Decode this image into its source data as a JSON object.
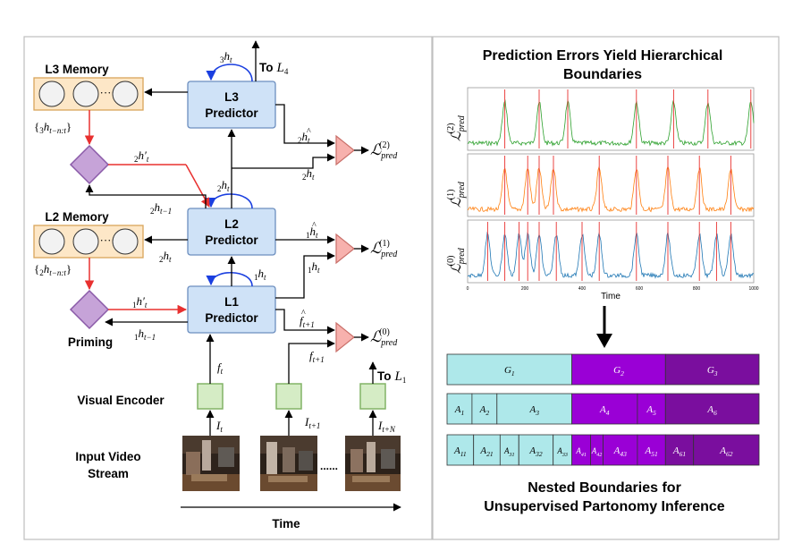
{
  "left_panel": {
    "memories": [
      {
        "title": "L3 Memory",
        "key": "l3"
      },
      {
        "title": "L2 Memory",
        "key": "l2"
      }
    ],
    "predictors": [
      {
        "line1": "L3",
        "line2": "Predictor"
      },
      {
        "line1": "L2",
        "line2": "Predictor"
      },
      {
        "line1": "L1",
        "line2": "Predictor"
      }
    ],
    "priming_label": "Priming",
    "visual_encoder_label": "Visual Encoder",
    "input_video_label_1": "Input Video",
    "input_video_label_2": "Stream",
    "time_label": "Time",
    "ellipsis": "......",
    "to_l4": "To",
    "to_l4_math": "L",
    "to_l4_sub": "4",
    "to_l1": "To",
    "to_l1_math": "L",
    "to_l1_sub": "1",
    "loss_symbol": "ℒ",
    "loss_sub": "pred",
    "loss_sups": [
      "(2)",
      "(1)",
      "(0)"
    ],
    "var_h": "h",
    "var_f": "f",
    "var_I": "I",
    "var_hprime": "h′",
    "sub_t": "t",
    "sub_t_minus_1": "t−1",
    "sub_t_plus_1": "t+1",
    "sub_t_plus_N": "t+N",
    "sub_t_range": "t−n:t",
    "pre_3": "3",
    "pre_2": "2",
    "pre_1": "1",
    "brace_open": "{",
    "brace_close": "}",
    "hat": "^",
    "cdots": "···"
  },
  "right_panel": {
    "title_line1": "Prediction Errors Yield Hierarchical",
    "title_line2": "Boundaries",
    "time_label": "Time",
    "x_ticks": [
      "0",
      "200",
      "400",
      "600",
      "800",
      "1000"
    ],
    "plot_labels": [
      "(2)",
      "(1)",
      "(0)"
    ],
    "bottom_title_line1": "Nested Boundaries for",
    "bottom_title_line2": "Unsupervised Partonomy Inference",
    "rows": [
      {
        "cells": [
          {
            "label": "G",
            "sub": "1",
            "color": "#aee8ea",
            "frac": 0.4
          },
          {
            "label": "G",
            "sub": "2",
            "color": "#9a00d6",
            "frac": 0.3
          },
          {
            "label": "G",
            "sub": "3",
            "color": "#7a0e9e",
            "frac": 0.3
          }
        ]
      },
      {
        "cells": [
          {
            "label": "A",
            "sub": "1",
            "color": "#aee8ea",
            "frac": 0.08
          },
          {
            "label": "A",
            "sub": "2",
            "color": "#aee8ea",
            "frac": 0.08
          },
          {
            "label": "A",
            "sub": "3",
            "color": "#aee8ea",
            "frac": 0.24
          },
          {
            "label": "A",
            "sub": "4",
            "color": "#9a00d6",
            "frac": 0.21
          },
          {
            "label": "A",
            "sub": "5",
            "color": "#9a00d6",
            "frac": 0.09
          },
          {
            "label": "A",
            "sub": "6",
            "color": "#7a0e9e",
            "frac": 0.3
          }
        ]
      },
      {
        "cells": [
          {
            "label": "A",
            "sub": "11",
            "color": "#aee8ea",
            "frac": 0.085
          },
          {
            "label": "A",
            "sub": "21",
            "color": "#aee8ea",
            "frac": 0.085
          },
          {
            "label": "A",
            "sub": "31",
            "color": "#aee8ea",
            "frac": 0.06
          },
          {
            "label": "A",
            "sub": "32",
            "color": "#aee8ea",
            "frac": 0.11
          },
          {
            "label": "A",
            "sub": "33",
            "color": "#aee8ea",
            "frac": 0.06
          },
          {
            "label": "A",
            "sub": "41",
            "color": "#9a00d6",
            "frac": 0.06
          },
          {
            "label": "A",
            "sub": "42",
            "color": "#9a00d6",
            "frac": 0.04
          },
          {
            "label": "A",
            "sub": "43",
            "color": "#9a00d6",
            "frac": 0.11
          },
          {
            "label": "A",
            "sub": "51",
            "color": "#9a00d6",
            "frac": 0.09
          },
          {
            "label": "A",
            "sub": "61",
            "color": "#7a0e9e",
            "frac": 0.09
          },
          {
            "label": "A",
            "sub": "62",
            "color": "#7a0e9e",
            "frac": 0.21
          }
        ]
      }
    ],
    "plot_colors": [
      "#2ca02c",
      "#ff7f0e",
      "#1f77b4"
    ],
    "boundary_color": "#e8302f"
  },
  "colors": {
    "predictor_fill": "#cfe2f7",
    "predictor_stroke": "#6c8ebf",
    "memory_fill": "#fde7c7",
    "memory_stroke": "#d9a55a",
    "priming_fill": "#c6a3d8",
    "priming_stroke": "#8a5aa8",
    "encoder_fill": "#d5ecc5",
    "encoder_stroke": "#82b366",
    "loss_fill": "#f7b1ad",
    "loss_stroke": "#c96f69",
    "red_arrow": "#e8302f",
    "blue_arrow": "#1a3fe0"
  }
}
